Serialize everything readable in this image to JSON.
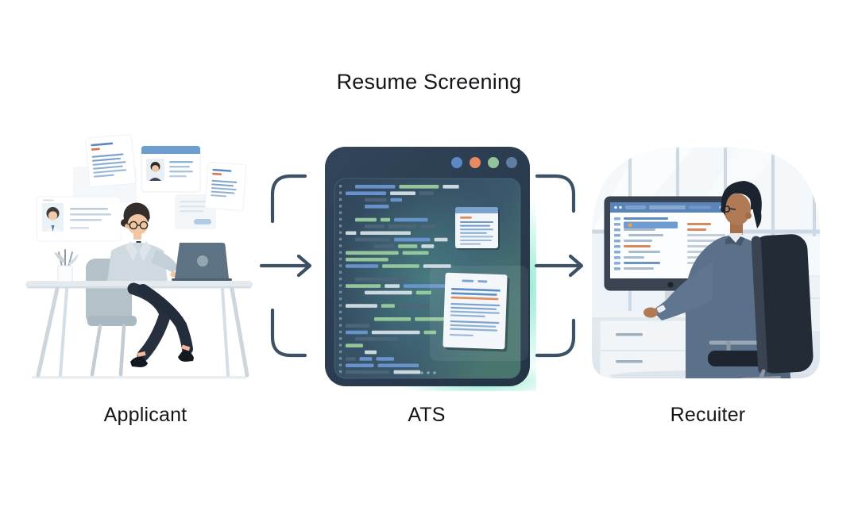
{
  "title": "Resume Screening",
  "stages": [
    {
      "id": "applicant",
      "label": "Applicant"
    },
    {
      "id": "ats",
      "label": "ATS"
    },
    {
      "id": "recruiter",
      "label": "Recuiter"
    }
  ],
  "flow": {
    "arrows": [
      "applicant-to-ats",
      "ats-to-recruiter"
    ]
  },
  "colors": {
    "arrow": "#3d5164",
    "ats_window": "#2d3d4f",
    "window_dots": [
      "#5d88c4",
      "#e98a62",
      "#92c39c",
      "#5f7ea3"
    ],
    "code_light": "#d9e3ea",
    "code_green": "#9ccf9f",
    "code_blue": "#6b98d2",
    "code_dim": "#4e6579",
    "glow_teal": "#6fe3c3",
    "monitor_header_blue": "#5b84bb",
    "highlight_row_blue": "#6f9bd3",
    "accent_orange": "#d98a5c",
    "accent_red": "#d96c4f",
    "resume_line_blue": "#7da3cc"
  }
}
